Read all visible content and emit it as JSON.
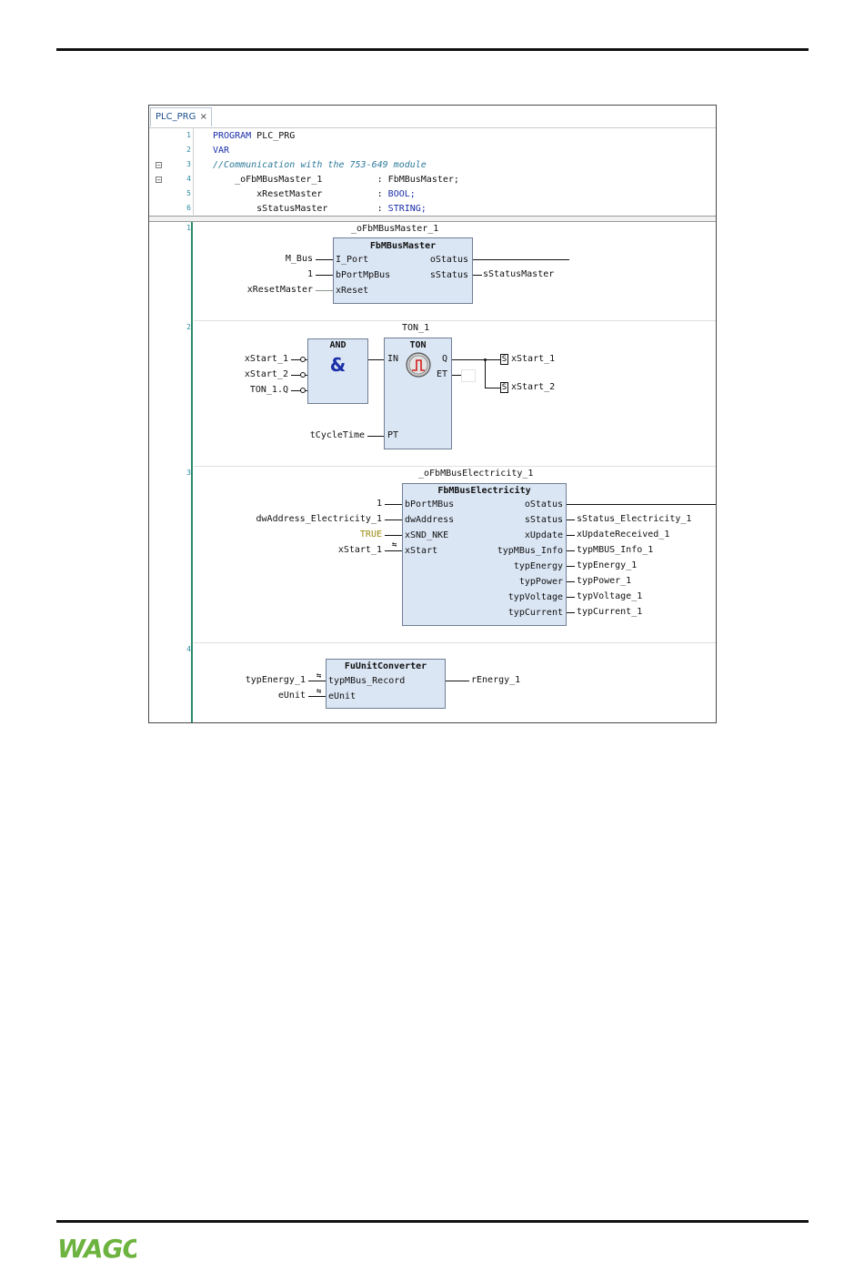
{
  "tab": {
    "title": "PLC_PRG",
    "close": "×"
  },
  "decl": {
    "lines": [
      {
        "num": "1",
        "parts": [
          {
            "t": "PROGRAM",
            "c": "kw"
          },
          {
            "t": " PLC_PRG",
            "c": ""
          }
        ]
      },
      {
        "num": "2",
        "parts": [
          {
            "t": "VAR",
            "c": "kw"
          }
        ]
      },
      {
        "num": "3",
        "parts": [
          {
            "t": "//Communication with the 753-649 module",
            "c": "cm"
          }
        ]
      },
      {
        "num": "4",
        "parts": [
          {
            "t": "    _oFbMBusMaster_1",
            "c": ""
          },
          {
            "t": "          : FbMBusMaster;",
            "c": ""
          }
        ]
      },
      {
        "num": "5",
        "parts": [
          {
            "t": "        xResetMaster",
            "c": ""
          },
          {
            "t": "          : ",
            "c": ""
          },
          {
            "t": "BOOL;",
            "c": "kw"
          }
        ]
      },
      {
        "num": "6",
        "parts": [
          {
            "t": "        sStatusMaster",
            "c": ""
          },
          {
            "t": "         : ",
            "c": ""
          },
          {
            "t": "STRING;",
            "c": "kw"
          }
        ]
      }
    ]
  },
  "networks": [
    {
      "num": "1"
    },
    {
      "num": "2"
    },
    {
      "num": "3"
    },
    {
      "num": "4"
    }
  ],
  "n1": {
    "instance": "_oFbMBusMaster_1",
    "type": "FbMBusMaster",
    "in_labels": [
      "I_Port",
      "bPortMpBus",
      "xReset"
    ],
    "out_labels": [
      "oStatus",
      "sStatus"
    ],
    "in_vars": [
      "M_Bus",
      "1",
      "xResetMaster"
    ],
    "out_vars": [
      "",
      "sStatusMaster"
    ]
  },
  "n2": {
    "and": {
      "type": "AND",
      "symbol": "&"
    },
    "and_in": [
      "xStart_1",
      "xStart_2",
      "TON_1.Q"
    ],
    "ton": {
      "instance": "TON_1",
      "type": "TON",
      "in": "IN",
      "pt": "PT",
      "q": "Q",
      "et": "ET"
    },
    "pt_var": "tCycleTime",
    "coils": [
      {
        "s": "S",
        "var": "xStart_1"
      },
      {
        "s": "S",
        "var": "xStart_2"
      }
    ]
  },
  "n3": {
    "instance": "_oFbMBusElectricity_1",
    "type": "FbMBusElectricity",
    "in_labels": [
      "bPortMBus",
      "dwAddress",
      "xSND_NKE",
      "xStart"
    ],
    "in_vars": [
      "1",
      "dwAddress_Electricity_1",
      "TRUE",
      "xStart_1"
    ],
    "out_labels": [
      "oStatus",
      "sStatus",
      "xUpdate",
      "typMBus_Info",
      "typEnergy",
      "typPower",
      "typVoltage",
      "typCurrent"
    ],
    "out_vars": [
      "",
      "sStatus_Electricity_1",
      "xUpdateReceived_1",
      "typMBUS_Info_1",
      "typEnergy_1",
      "typPower_1",
      "typVoltage_1",
      "typCurrent_1"
    ]
  },
  "n4": {
    "type": "FuUnitConverter",
    "in_labels": [
      "typMBus_Record",
      "eUnit"
    ],
    "in_vars": [
      "typEnergy_1",
      "eUnit"
    ],
    "out_var": "rEnergy_1"
  },
  "footer": {
    "logo": "WAGO"
  },
  "colors": {
    "fb_fill": "#dbe6f4",
    "keyword": "#1a2ea8",
    "comment": "#2e7a9a",
    "gutter": "#2c8a6a",
    "logo": "#6db33f"
  }
}
